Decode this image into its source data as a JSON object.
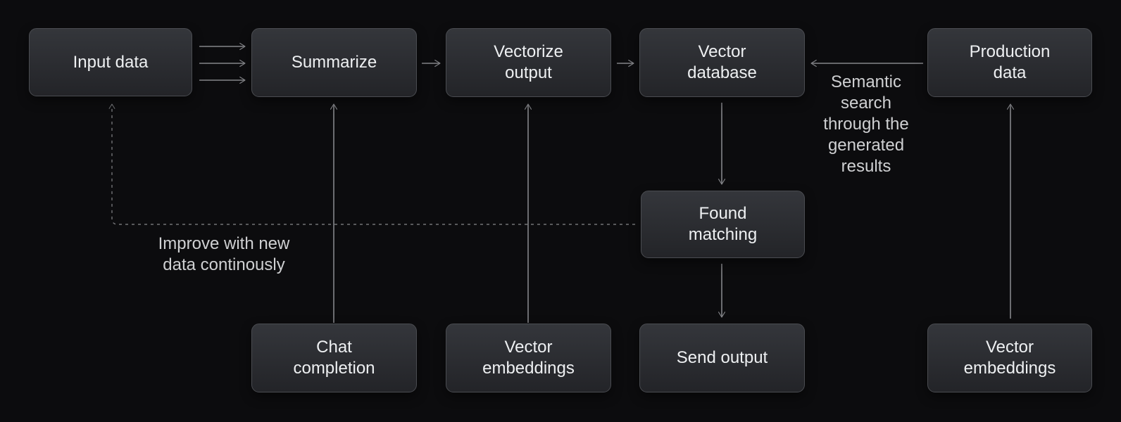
{
  "diagram": {
    "nodes": {
      "input_data": {
        "label": "Input data"
      },
      "summarize": {
        "label": "Summarize"
      },
      "vectorize_output": {
        "label": "Vectorize\noutput"
      },
      "vector_database": {
        "label": "Vector\ndatabase"
      },
      "production_data": {
        "label": "Production\ndata"
      },
      "found_matching": {
        "label": "Found\nmatching"
      },
      "chat_completion": {
        "label": "Chat\ncompletion"
      },
      "vector_embeddings_left": {
        "label": "Vector\nembeddings"
      },
      "send_output": {
        "label": "Send output"
      },
      "vector_embeddings_right": {
        "label": "Vector\nembeddings"
      }
    },
    "annotations": {
      "semantic_search": "Semantic\nsearch\nthrough the\ngenerated\nresults",
      "improve_loop": "Improve with new\ndata continously"
    },
    "colors": {
      "background": "#0c0c0e",
      "node_fill_top": "#34363b",
      "node_fill_bottom": "#232428",
      "node_border": "#4a4c51",
      "node_text": "#eef0f2",
      "annotation_text": "#cfd0d2",
      "arrow": "#85868a",
      "arrow_dashed": "#737477"
    }
  }
}
